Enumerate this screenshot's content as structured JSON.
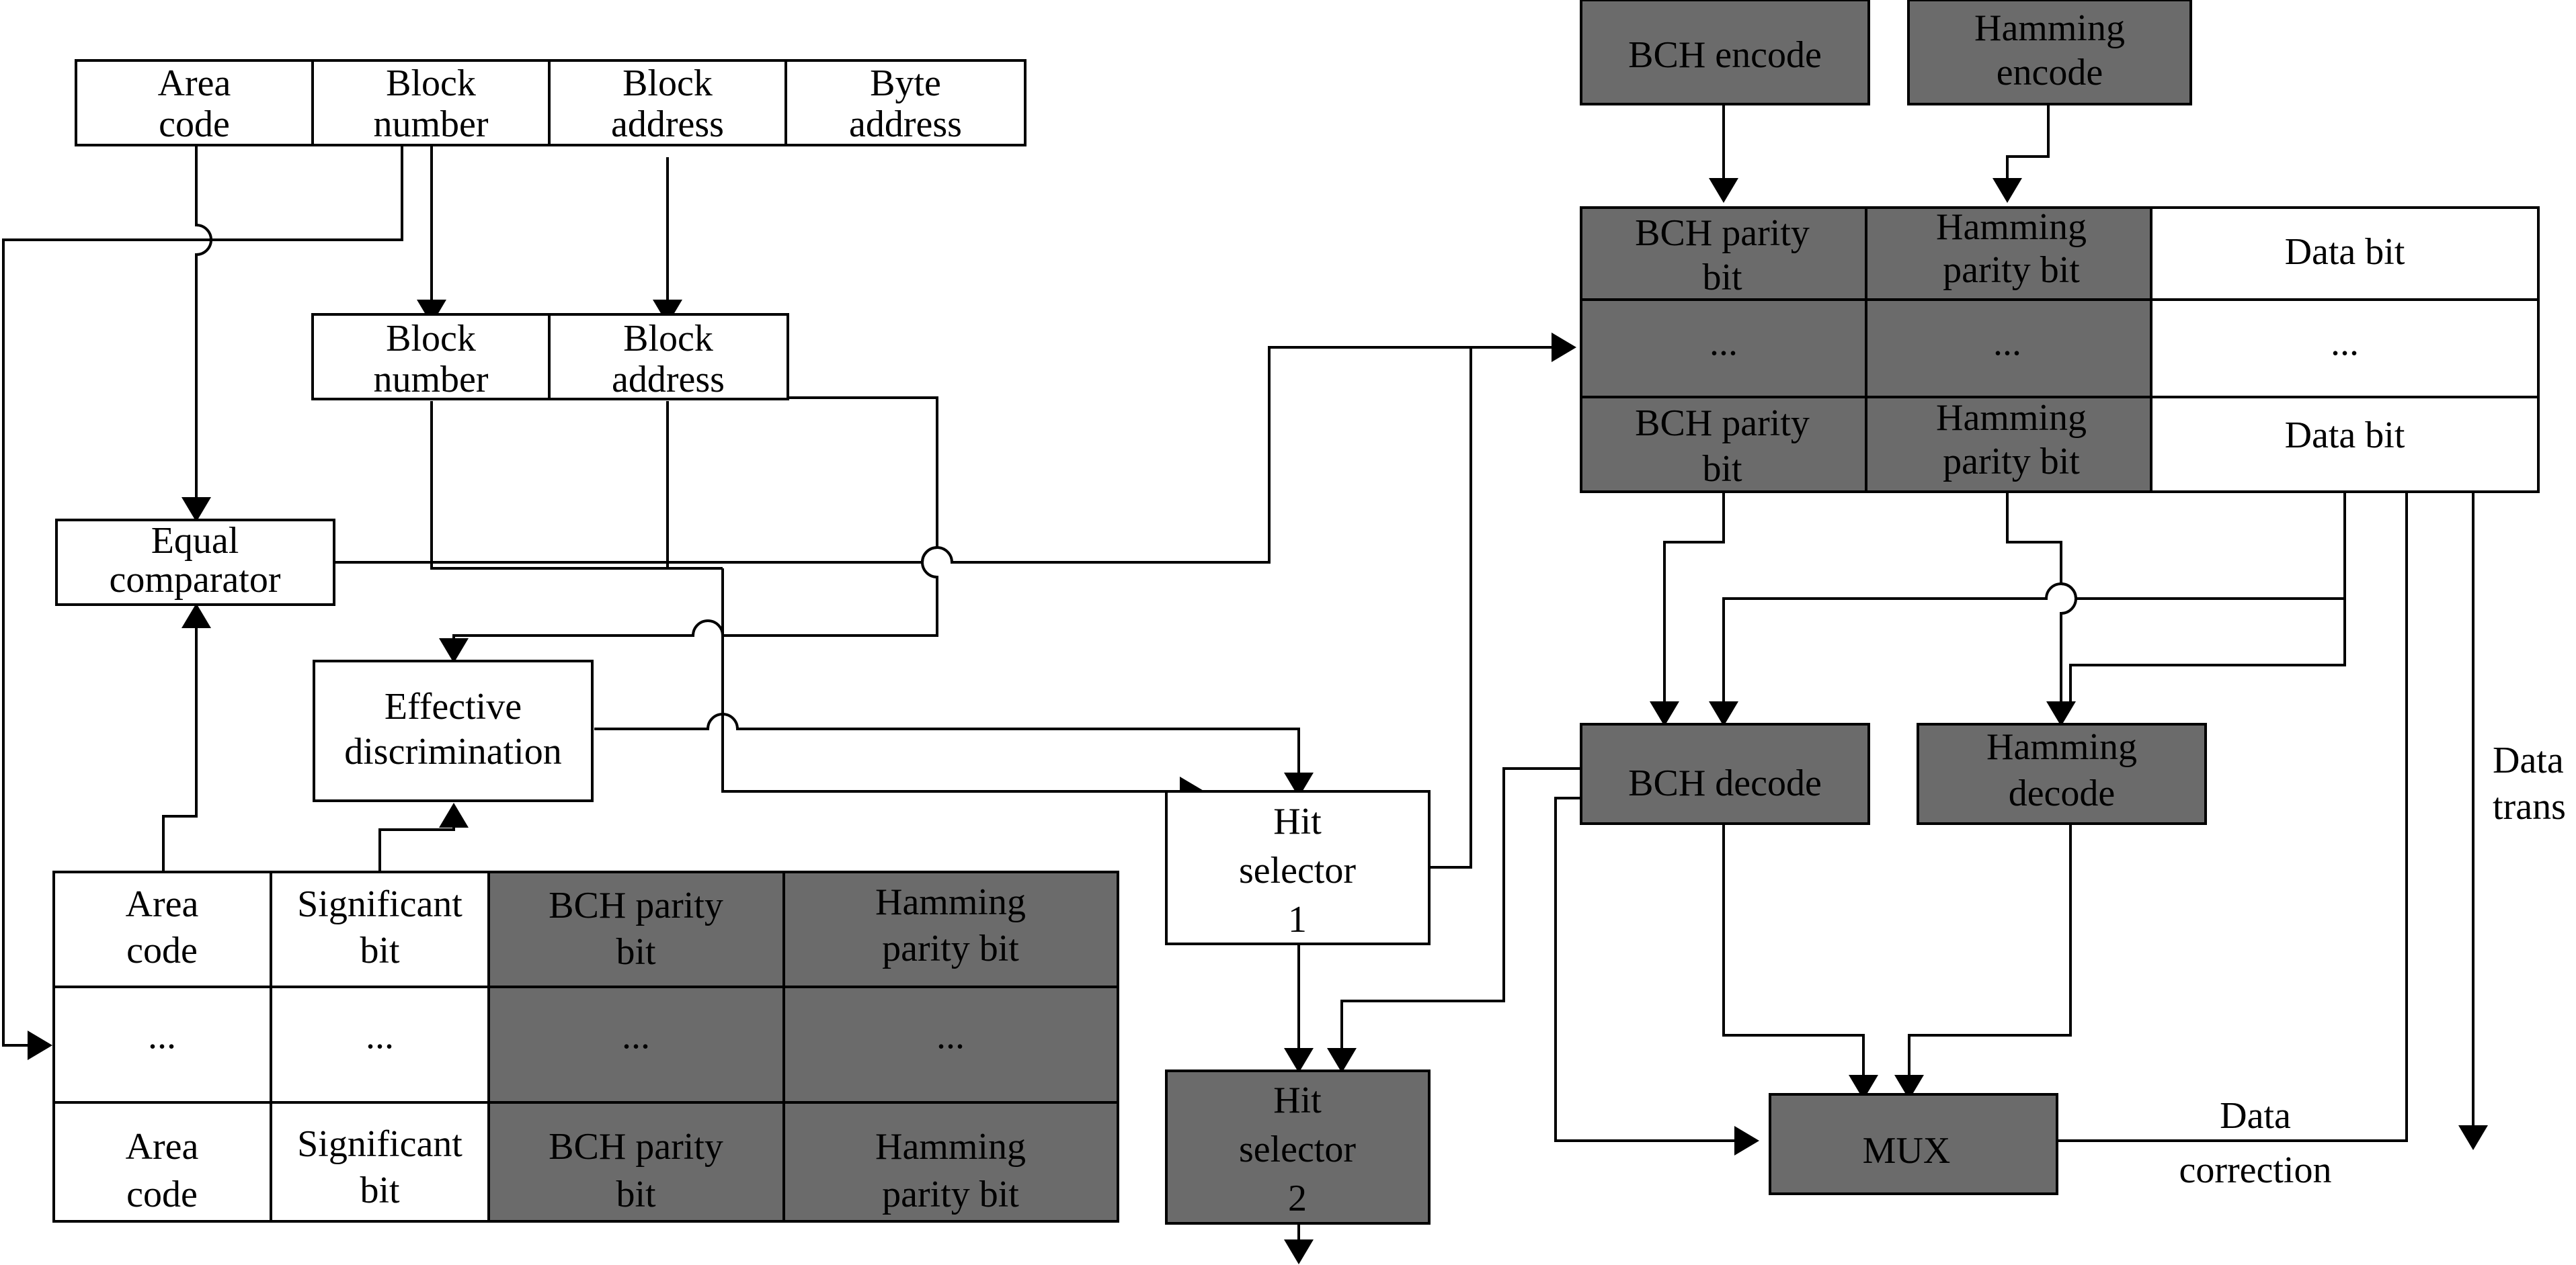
{
  "address": {
    "area_code": [
      "Area",
      "code"
    ],
    "block_number": [
      "Block",
      "number"
    ],
    "block_address": [
      "Block",
      "address"
    ],
    "byte_address": [
      "Byte",
      "address"
    ]
  },
  "latch": {
    "block_number": [
      "Block",
      "number"
    ],
    "block_address": [
      "Block",
      "address"
    ]
  },
  "equal_comparator": [
    "Equal",
    "comparator"
  ],
  "effective_discrimination": [
    "Effective",
    "discrimination"
  ],
  "tag_table": {
    "rows": [
      [
        [
          "Area",
          "code"
        ],
        [
          "Significant",
          "bit"
        ],
        [
          "BCH parity",
          "bit"
        ],
        [
          "Hamming",
          "parity bit"
        ]
      ],
      [
        [
          "..."
        ],
        [
          "..."
        ],
        [
          "..."
        ],
        [
          "..."
        ]
      ],
      [
        [
          "Area",
          "code"
        ],
        [
          "Significant",
          "bit"
        ],
        [
          "BCH parity",
          "bit"
        ],
        [
          "Hamming",
          "parity bit"
        ]
      ]
    ]
  },
  "hit_selector_1": [
    "Hit",
    "selector",
    "1"
  ],
  "hit_selector_2": [
    "Hit",
    "selector",
    "2"
  ],
  "bch_encode": [
    "BCH encode"
  ],
  "hamming_encode": [
    "Hamming",
    "encode"
  ],
  "data_table": {
    "rows": [
      [
        [
          "BCH parity",
          "bit"
        ],
        [
          "Hamming",
          "parity bit"
        ],
        [
          "Data bit"
        ]
      ],
      [
        [
          "..."
        ],
        [
          "..."
        ],
        [
          "..."
        ]
      ],
      [
        [
          "BCH parity",
          "bit"
        ],
        [
          "Hamming",
          "parity bit"
        ],
        [
          "Data bit"
        ]
      ]
    ]
  },
  "bch_decode": [
    "BCH decode"
  ],
  "hamming_decode": [
    "Hamming",
    "decode"
  ],
  "mux": [
    "MUX"
  ],
  "data_correction": [
    "Data",
    "correction"
  ],
  "data_trans": [
    "Data",
    "trans"
  ],
  "colors": {
    "module_fill": "#6b6b6b",
    "line": "#000000"
  }
}
